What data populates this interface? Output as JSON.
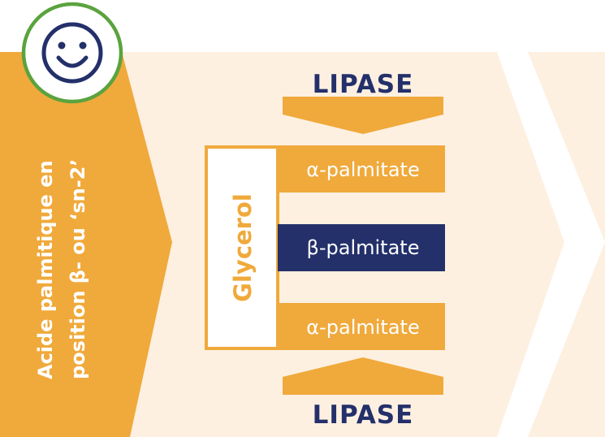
{
  "colors": {
    "background": "#fdf0e1",
    "orange": "#f0a93b",
    "navy": "#23306a",
    "white": "#ffffff",
    "green_ring": "#5aa33e"
  },
  "side_label": {
    "line1": "Acide palmitique en",
    "line2": "position β- ou ‘sn-2’"
  },
  "badge": {
    "icon": "smiley-icon"
  },
  "lipase_top": "LIPASE",
  "lipase_bottom": "LIPASE",
  "glycerol": "Glycerol",
  "chains": [
    {
      "label": "α-palmitate",
      "highlight": false
    },
    {
      "label": "β-palmitate",
      "highlight": true
    },
    {
      "label": "α-palmitate",
      "highlight": false
    }
  ]
}
